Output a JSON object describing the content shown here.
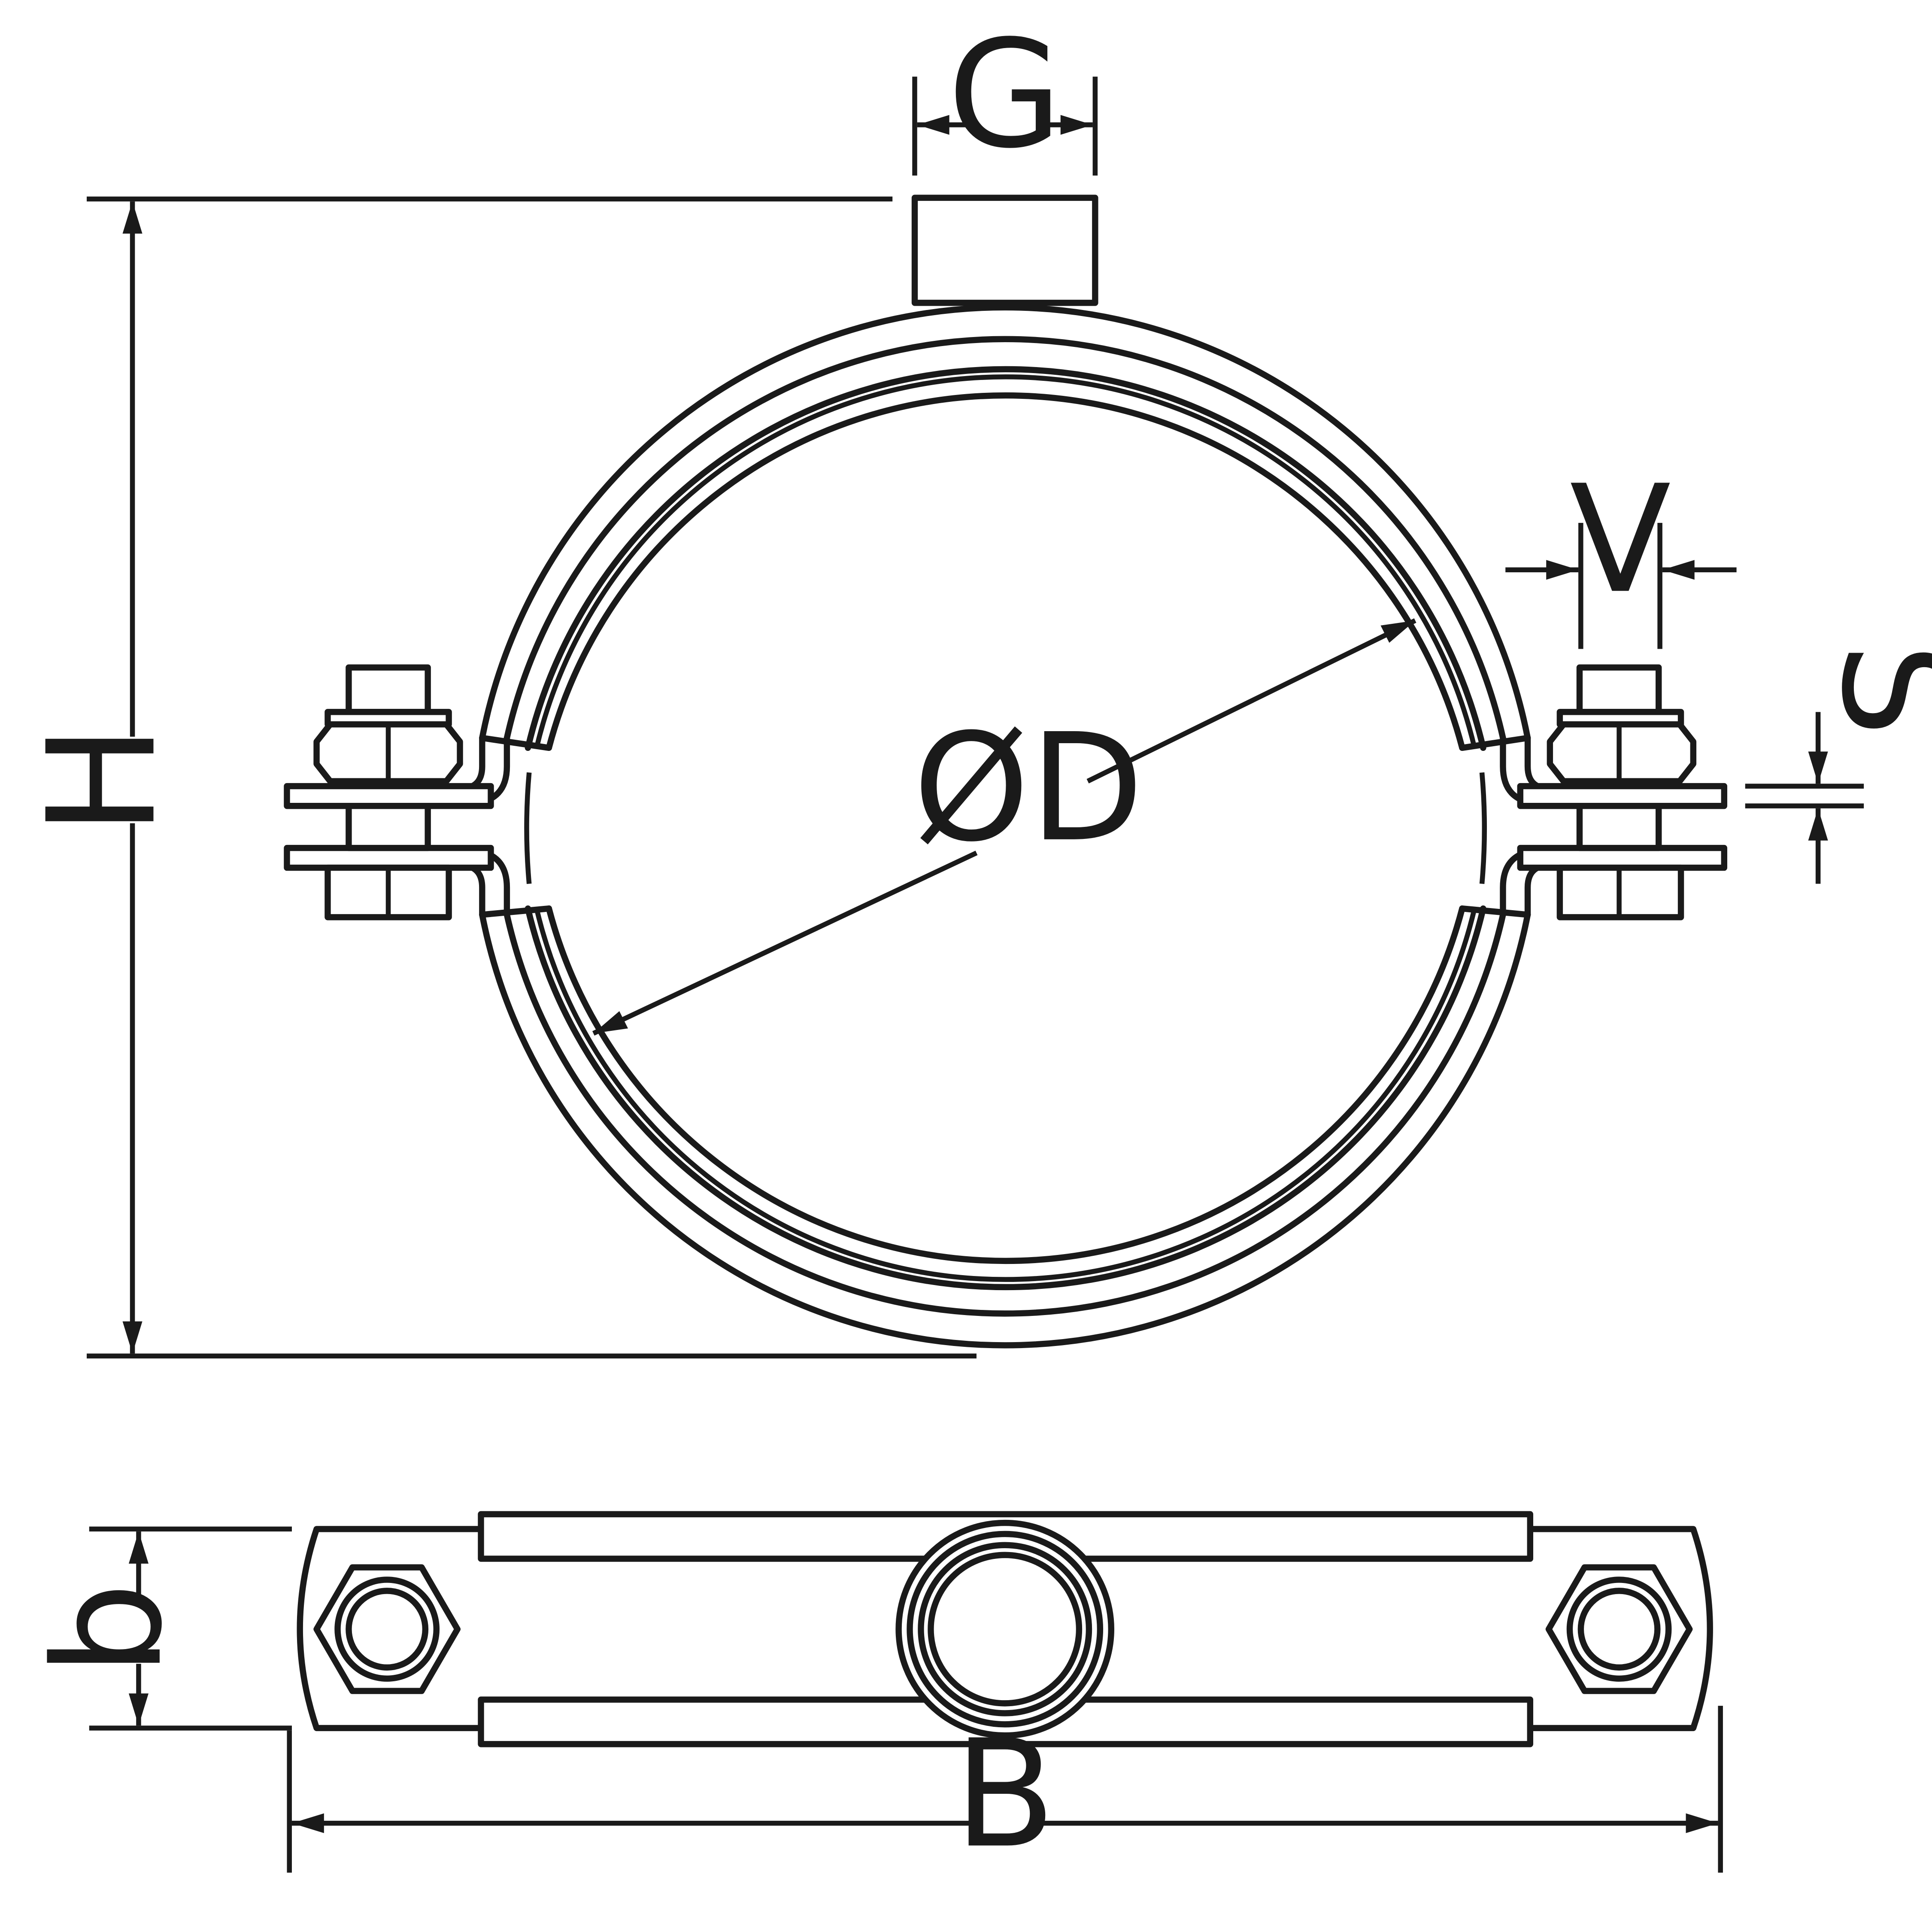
{
  "labels": {
    "g": "G",
    "h": "H",
    "v": "V",
    "s": "S",
    "d": "ØD",
    "b": "b",
    "big_b": "B"
  }
}
